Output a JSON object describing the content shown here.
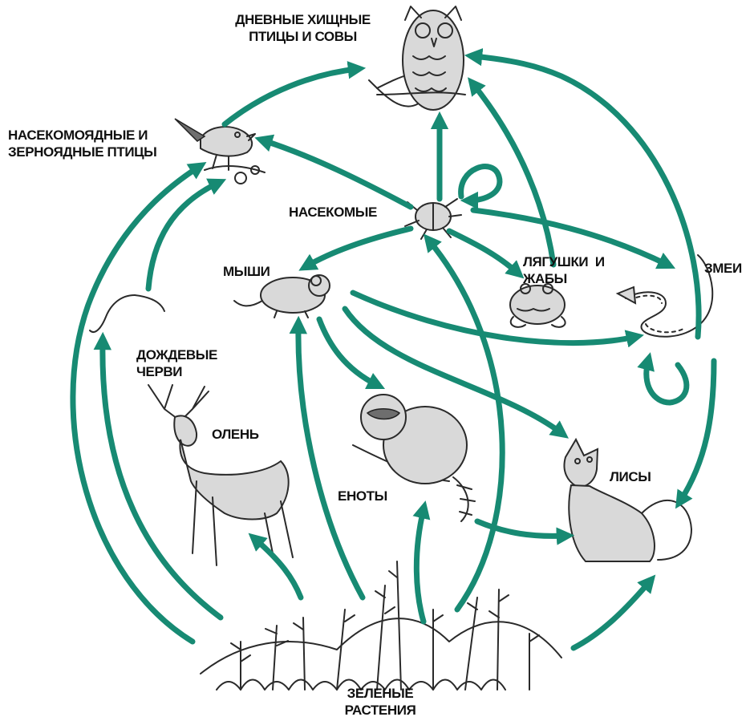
{
  "diagram": {
    "arrow_color": "#178a73",
    "nodes": {
      "raptors": {
        "line1": "ДНЕВНЫЕ ХИЩНЫЕ",
        "line2": "ПТИЦЫ И СОВЫ",
        "icon": "owl-icon"
      },
      "birds": {
        "line1": "НАСЕКОМОЯДНЫЕ И",
        "line2": "ЗЕРНОЯДНЫЕ ПТИЦЫ",
        "icon": "songbird-icon"
      },
      "insects": {
        "line1": "НАСЕКОМЫЕ",
        "icon": "beetle-icon"
      },
      "mice": {
        "line1": "МЫШИ",
        "icon": "mouse-icon"
      },
      "frogs": {
        "line1": "ЛЯГУШКИ  И",
        "line2": "ЖАБЫ",
        "icon": "frog-icon"
      },
      "snakes": {
        "line1": "ЗМЕИ",
        "icon": "snake-icon"
      },
      "worms": {
        "line1": "ДОЖДЕВЫЕ",
        "line2": "ЧЕРВИ",
        "icon": "worm-icon"
      },
      "deer": {
        "line1": "ОЛЕНЬ",
        "icon": "deer-icon"
      },
      "raccoons": {
        "line1": "ЕНОТЫ",
        "icon": "raccoon-icon"
      },
      "foxes": {
        "line1": "ЛИСЫ",
        "icon": "fox-icon"
      },
      "plants": {
        "line1": "ЗЕЛЕНЫЕ",
        "line2": "РАСТЕНИЯ",
        "icon": "plants-icon"
      }
    },
    "links": [
      {
        "from": "birds",
        "to": "raptors"
      },
      {
        "from": "insects",
        "to": "raptors"
      },
      {
        "from": "insects",
        "to": "birds"
      },
      {
        "from": "insects",
        "to": "insects"
      },
      {
        "from": "insects",
        "to": "mice"
      },
      {
        "from": "insects",
        "to": "frogs"
      },
      {
        "from": "insects",
        "to": "snakes"
      },
      {
        "from": "frogs",
        "to": "raptors"
      },
      {
        "from": "snakes",
        "to": "raptors"
      },
      {
        "from": "snakes",
        "to": "snakes"
      },
      {
        "from": "snakes",
        "to": "foxes"
      },
      {
        "from": "mice",
        "to": "snakes"
      },
      {
        "from": "mice",
        "to": "raccoons"
      },
      {
        "from": "mice",
        "to": "foxes"
      },
      {
        "from": "worms",
        "to": "birds"
      },
      {
        "from": "raccoons",
        "to": "foxes"
      },
      {
        "from": "plants",
        "to": "birds"
      },
      {
        "from": "plants",
        "to": "worms"
      },
      {
        "from": "plants",
        "to": "deer"
      },
      {
        "from": "plants",
        "to": "mice"
      },
      {
        "from": "plants",
        "to": "raccoons"
      },
      {
        "from": "plants",
        "to": "insects"
      },
      {
        "from": "plants",
        "to": "foxes"
      }
    ]
  }
}
